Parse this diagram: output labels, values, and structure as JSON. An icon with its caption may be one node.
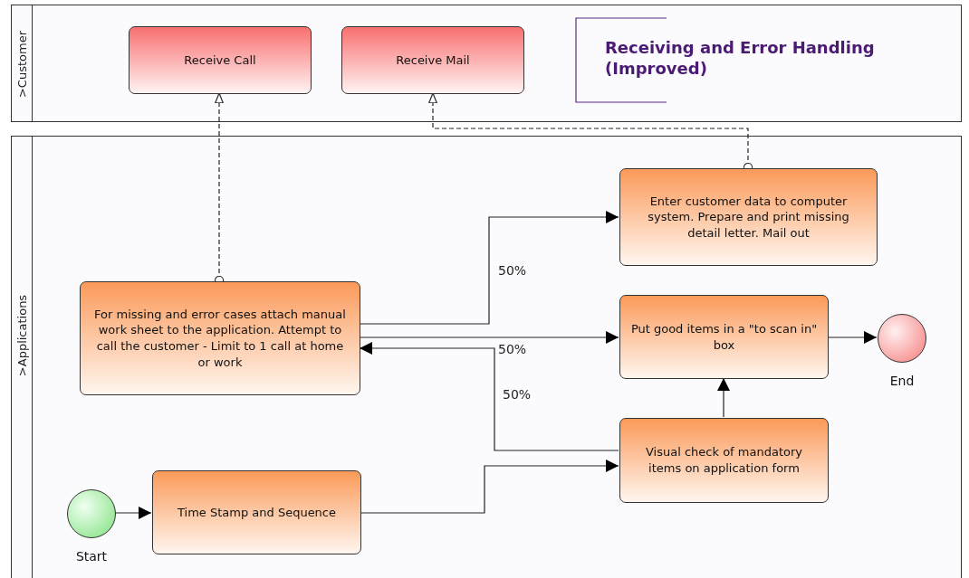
{
  "diagram": {
    "title": "Receiving and Error Handling (Improved)",
    "nodes": [
      {
        "text": [
          ">Customer"
        ]
      },
      {
        "text": [
          "Receive Call"
        ],
        "in": 0
      },
      {
        "text": [
          "Receive Mail"
        ],
        "in": 0
      },
      {
        "text": [
          ">Applications"
        ]
      },
      {
        "text": [
          "For missing and error cases attach manual work sheet to the application. Attempt to call the customer - Limit to 1 call at home or  work"
        ],
        "in": 3
      },
      {
        "text": [
          "Enter customer data to computer system. Prepare and print missing detail letter. Mail out"
        ],
        "in": 3
      },
      {
        "text": [
          "Put good items in a \"to scan in\" box"
        ],
        "in": 3
      },
      {
        "text": [],
        "shape": "circle",
        "beside": [
          "End"
        ],
        "in": 3
      },
      {
        "text": [
          "Visual check of mandatory items on application form"
        ],
        "in": 3
      },
      {
        "text": [],
        "shape": "circle",
        "beside": [
          "Start"
        ],
        "in": 3
      },
      {
        "text": [
          "Time Stamp and Sequence"
        ],
        "in": 3
      }
    ],
    "edges": [
      {
        "from": 9,
        "to": 10,
        "arrow": "to"
      },
      {
        "from": 10,
        "to": 8,
        "arrow": "to"
      },
      {
        "from": 8,
        "to": 6,
        "arrow": "to"
      },
      {
        "from": 6,
        "to": 7,
        "arrow": "to"
      },
      {
        "from": 8,
        "to": 4,
        "arrow": "to",
        "label": "50%"
      },
      {
        "from": 4,
        "to": 5,
        "arrow": "to",
        "label": "50%"
      },
      {
        "from": 4,
        "to": 6,
        "arrow": "to",
        "label": "50%"
      },
      {
        "from": 4,
        "to": 1,
        "arrow": "to",
        "style": "dashed"
      },
      {
        "from": 5,
        "to": 2,
        "arrow": "to",
        "style": "dashed"
      }
    ]
  }
}
